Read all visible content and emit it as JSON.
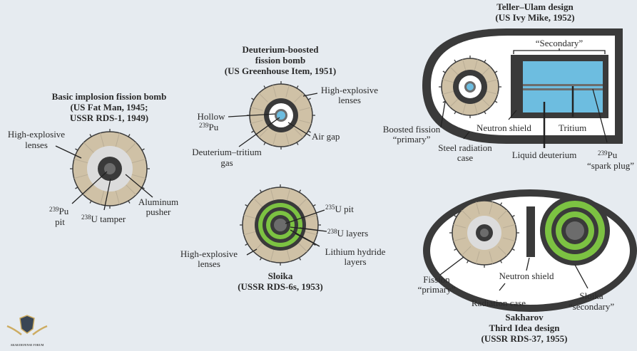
{
  "colors": {
    "background": "#e6ebf0",
    "lens": "#cfc1a6",
    "pusher": "#dcdcdc",
    "dark": "#3a3a3a",
    "pit": "#6c6c6c",
    "lithium": "#7cc242",
    "deuterium": "#6dbde0",
    "case_inner": "#ffffff"
  },
  "fatman": {
    "title": [
      "Basic implosion fission bomb",
      "(US Fat Man, 1945;",
      "USSR RDS-1, 1949)"
    ],
    "lenses": [
      "High-explosive",
      "lenses"
    ],
    "pit_sup": "239",
    "pit": "Pu",
    "pit2": "pit",
    "tamper_sup": "238",
    "tamper": "U tamper",
    "pusher": [
      "Aluminum",
      "pusher"
    ]
  },
  "boosted": {
    "title": [
      "Deuterium-boosted",
      "fission bomb",
      "(US Greenhouse Item, 1951)"
    ],
    "lenses": [
      "High-explosive",
      "lenses"
    ],
    "hollow": "Hollow",
    "pu_sup": "239",
    "pu": "Pu",
    "airgap": "Air gap",
    "dt": [
      "Deuterium–tritium",
      "gas"
    ]
  },
  "sloika": {
    "title": [
      "Sloika",
      "(USSR RDS-6s, 1953)"
    ],
    "pit_sup": "235",
    "pit": "U pit",
    "layers_sup": "238",
    "layers": "U layers",
    "lih": [
      "Lithium hydride",
      "layers"
    ],
    "lenses": [
      "High-explosive",
      "lenses"
    ]
  },
  "teller": {
    "title": [
      "Teller–Ulam design",
      "(US Ivy Mike, 1952)"
    ],
    "secondary": "“Secondary”",
    "primary": [
      "Boosted fission",
      "“primary”"
    ],
    "shield": "Neutron shield",
    "tritium": "Tritium",
    "case": [
      "Steel radiation",
      "case"
    ],
    "deuterium": "Liquid deuterium",
    "spark_sup": "239",
    "spark": "Pu",
    "spark2": "“spark plug”"
  },
  "sakharov": {
    "title": [
      "Sakharov",
      "Third Idea design",
      "(USSR RDS-37, 1955)"
    ],
    "primary": [
      "Fission",
      "“primary”"
    ],
    "shield": "Neutron shield",
    "case": "Radiation case",
    "secondary": [
      "Sloika",
      "“secondary”"
    ]
  },
  "logo": {
    "text": "ARAB DEFENSE FORUM"
  }
}
